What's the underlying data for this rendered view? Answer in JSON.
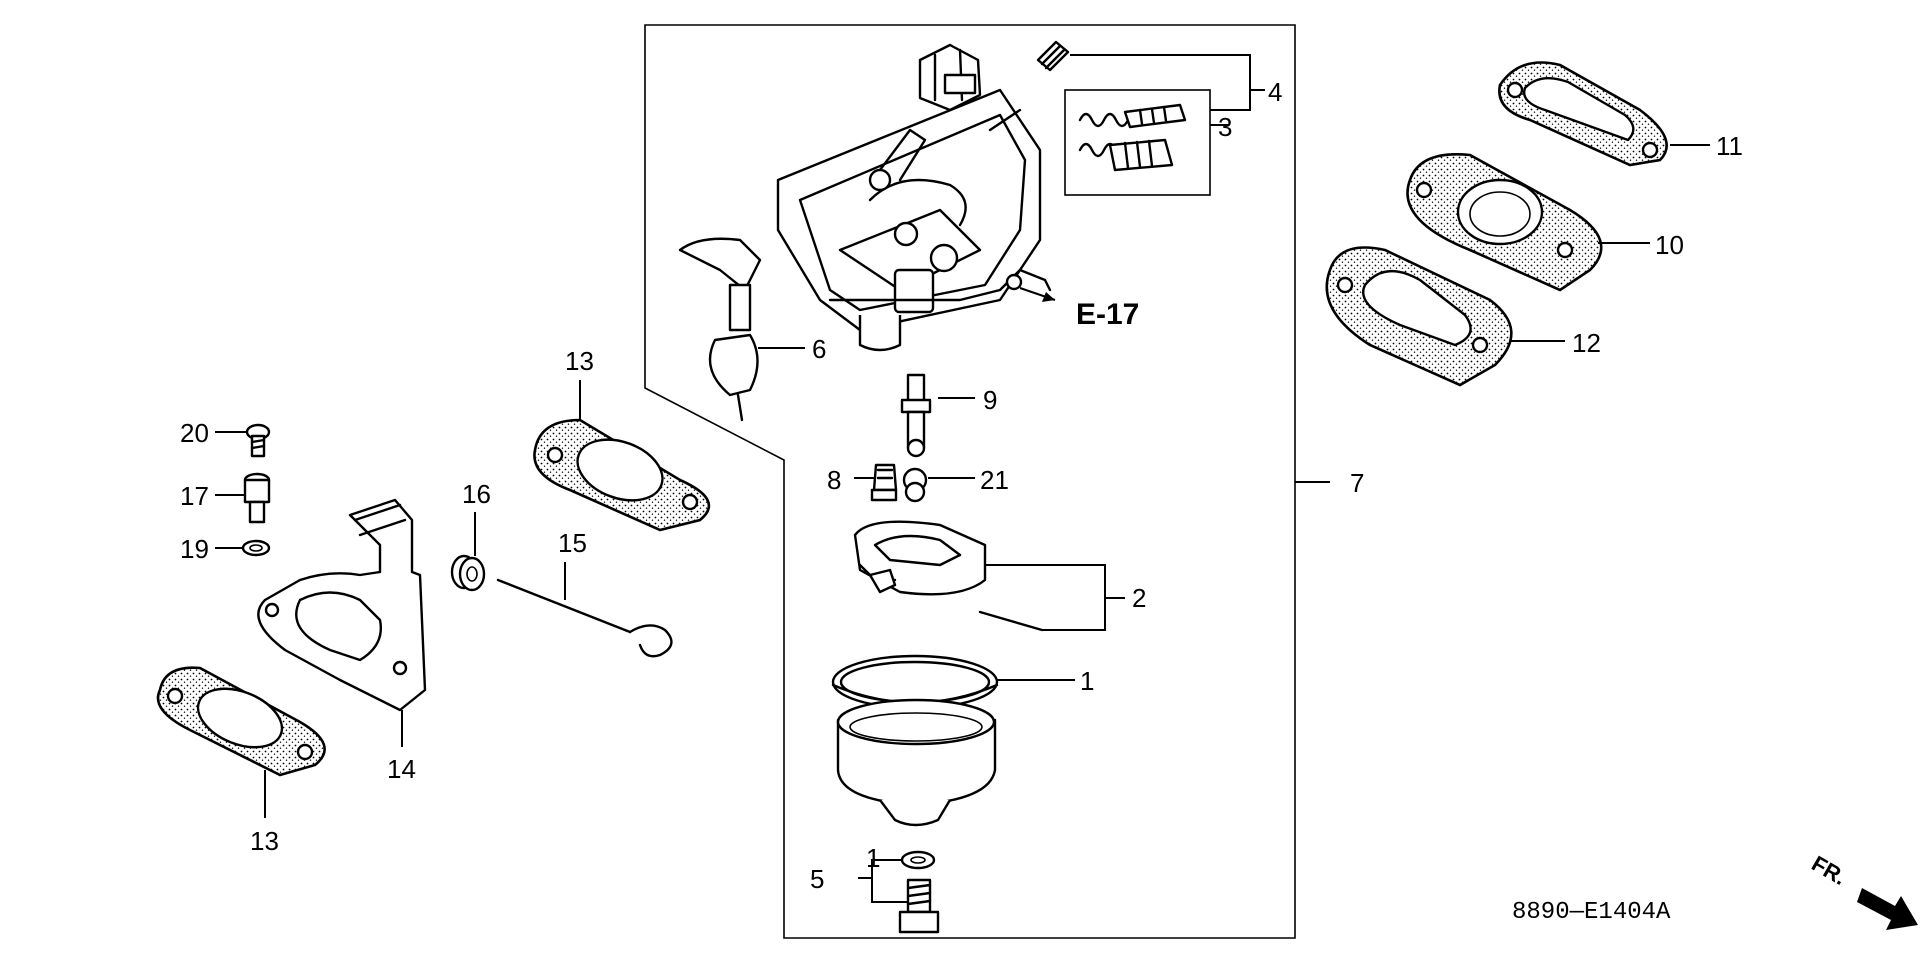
{
  "reference": {
    "text": "E-17"
  },
  "diagram_code": "8890—E1404A",
  "front_indicator": "FR.",
  "labels": {
    "p1a": "1",
    "p1b": "1",
    "p2": "2",
    "p3": "3",
    "p4": "4",
    "p5": "5",
    "p6": "6",
    "p7": "7",
    "p8": "8",
    "p9": "9",
    "p10": "10",
    "p11": "11",
    "p12": "12",
    "p13a": "13",
    "p13b": "13",
    "p14": "14",
    "p15": "15",
    "p16": "16",
    "p17": "17",
    "p19": "19",
    "p20": "20",
    "p21": "21"
  }
}
